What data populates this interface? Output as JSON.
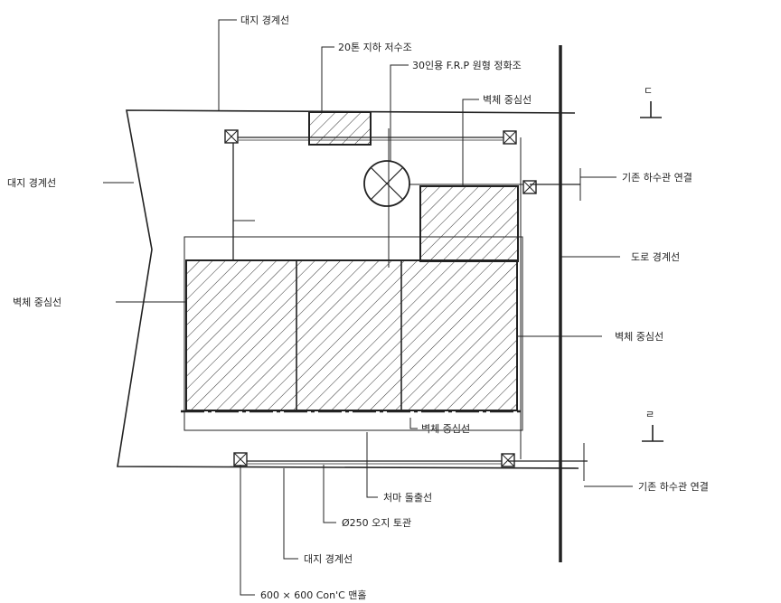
{
  "labels": {
    "site_boundary_top": "대지 경계선",
    "site_boundary_left": "대지 경계선",
    "site_boundary_bottom": "대지 경계선",
    "underground_tank": "20톤 지하 저수조",
    "frp_septic": "30인용 F.R.P 원형 정화조",
    "wall_center_top": "벽체 중심선",
    "wall_center_left": "벽체 중심선",
    "wall_center_right": "벽체 중심선",
    "wall_center_bottom": "벽체 중심선",
    "existing_sewer_top": "기존 하수관 연결",
    "existing_sewer_bottom": "기존 하수관 연결",
    "road_boundary": "도로 경계선",
    "eave_line": "처마 돌출선",
    "sewer_pipe": "Ø250 오지 토관",
    "manhole": "600 × 600 Con'C 맨홀"
  },
  "section_marks": {
    "top_letter": "ㄷ",
    "bottom_letter": "ㄹ"
  },
  "colors": {
    "ink": "#222222",
    "paper": "#ffffff"
  }
}
